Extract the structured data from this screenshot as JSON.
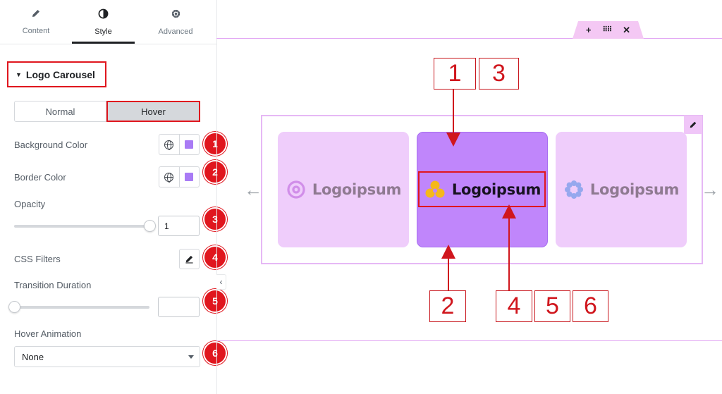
{
  "tabs": [
    {
      "label": "Content",
      "icon": "pencil-icon"
    },
    {
      "label": "Style",
      "icon": "half-circle-icon"
    },
    {
      "label": "Advanced",
      "icon": "gear-icon"
    }
  ],
  "section": {
    "title": "Logo Carousel"
  },
  "state_toggle": {
    "normal": "Normal",
    "hover": "Hover",
    "active": "Hover"
  },
  "controls": {
    "background_color": {
      "label": "Background Color",
      "value": "#a97bf5"
    },
    "border_color": {
      "label": "Border Color",
      "value": "#a97bf5"
    },
    "opacity": {
      "label": "Opacity",
      "value": "1",
      "level": 1
    },
    "css_filters": {
      "label": "CSS Filters"
    },
    "transition_duration": {
      "label": "Transition Duration",
      "value": "",
      "level": 0
    },
    "hover_animation": {
      "label": "Hover Animation",
      "value": "None"
    }
  },
  "badges": [
    "1",
    "2",
    "3",
    "4",
    "5",
    "6"
  ],
  "canvas": {
    "handle_icons": [
      "plus-icon",
      "drag-dots-icon",
      "close-icon"
    ],
    "logos": [
      "Logoipsum",
      "Logoipsum",
      "Logoipsum"
    ]
  },
  "callouts": {
    "top": [
      "1",
      "3"
    ],
    "bottom_left": [
      "2"
    ],
    "bottom_right": [
      "4",
      "5",
      "6"
    ]
  },
  "colors": {
    "accent": "#e0161e",
    "card": "#efcdfb",
    "card_hover": "#c086fb",
    "frame": "#e6b8f5"
  }
}
